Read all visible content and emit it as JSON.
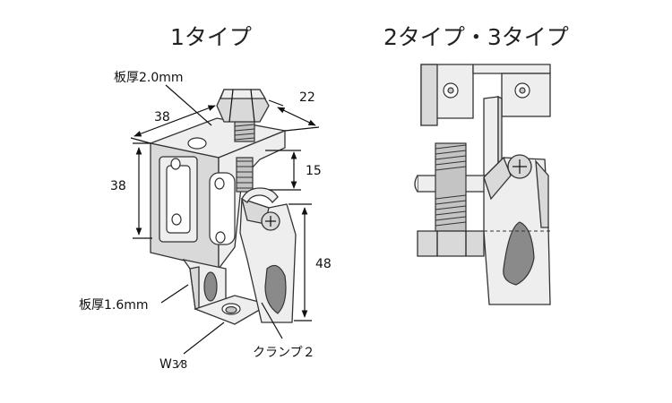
{
  "titles": {
    "type1": "1タイプ",
    "type23": "2タイプ・3タイプ"
  },
  "dimensions": {
    "width_top": "38",
    "bolt_offset": "22",
    "height_left": "38",
    "gap": "15",
    "clamp_height": "48"
  },
  "labels": {
    "plate_top": "板厚2.0mm",
    "plate_bottom": "板厚1.6mm",
    "thread_main": "W",
    "thread_frac": "3⁄8",
    "clamp": "クランプ２"
  },
  "colors": {
    "line": "#111111",
    "metal_light": "#eeeeee",
    "metal_mid": "#d9d9d9",
    "metal_dark": "#8a8a8a"
  }
}
